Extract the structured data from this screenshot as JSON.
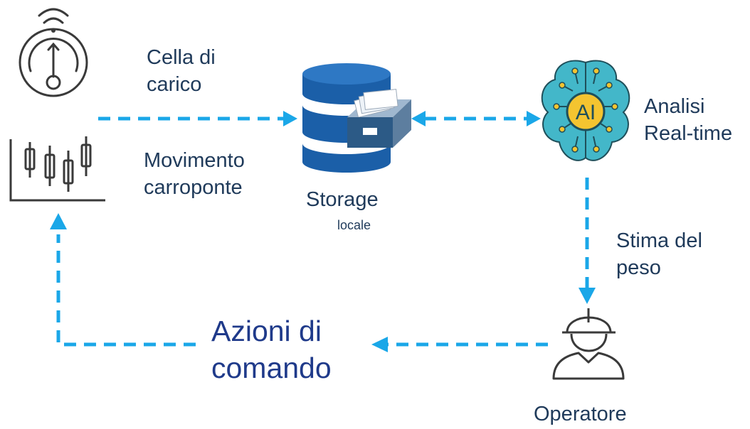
{
  "labels": {
    "load_cell": [
      "Cella di",
      "carico"
    ],
    "crane_movement": [
      "Movimento",
      "carroponte"
    ],
    "storage": "Storage",
    "storage_sub": "locale",
    "analysis": [
      "Analisi",
      "Real-time"
    ],
    "ai_badge": "AI",
    "weight_estimate": [
      "Stima del",
      "peso"
    ],
    "operator": "Operatore",
    "command_actions": [
      "Azioni di",
      "comando"
    ]
  },
  "icons": {
    "gauge": "wireless-gauge-icon",
    "chart": "candlestick-chart-icon",
    "storage": "database-drawer-icon",
    "ai": "ai-brain-icon",
    "operator": "worker-helmet-icon"
  },
  "colors": {
    "arrow": "#1aa7e8",
    "icon_stroke": "#3a3a3a",
    "db_blue": "#1b5fa8",
    "brain": "#43b7c9",
    "text": "#1f3a5a",
    "text_big": "#1f3a8a"
  }
}
